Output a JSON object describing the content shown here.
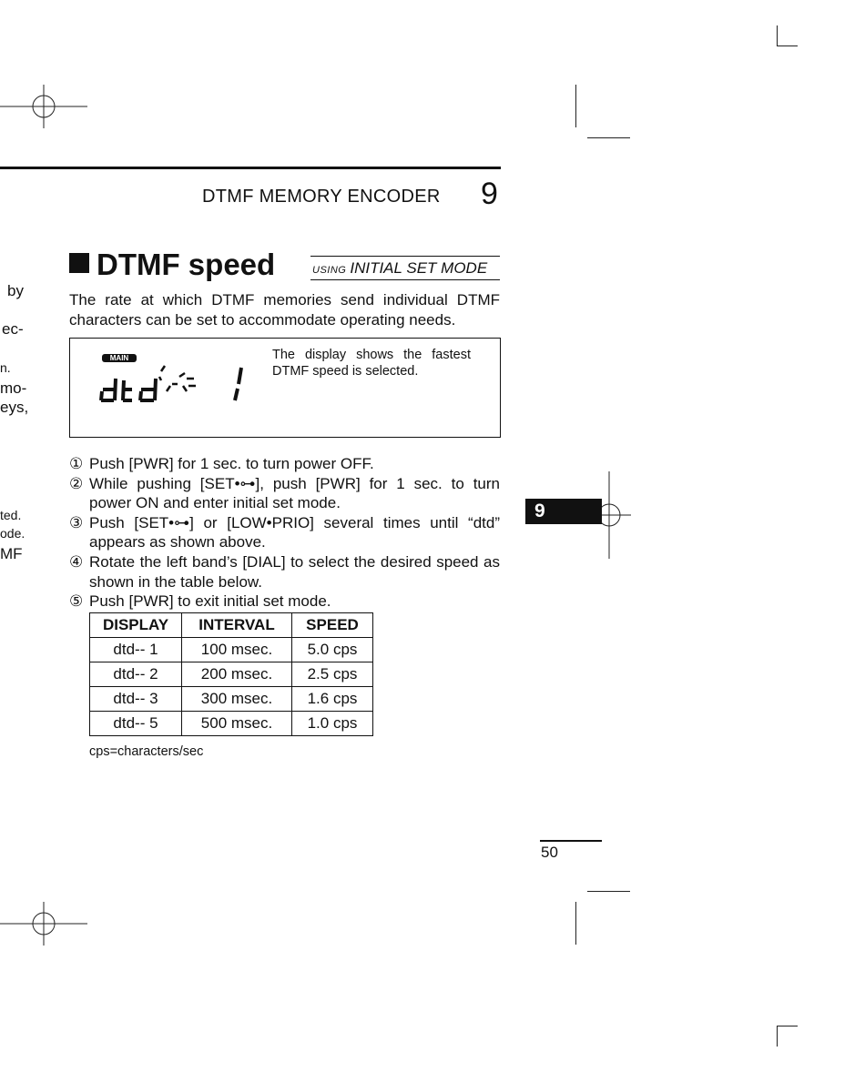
{
  "margin_fragments": [
    "by",
    "ec-",
    "n.",
    "mo-",
    "eys,",
    "ted.",
    "ode.",
    "MF"
  ],
  "header": {
    "chapter_title": "DTMF MEMORY ENCODER",
    "chapter_number": "9"
  },
  "section": {
    "title": "DTMF speed",
    "using_prefix": "USING",
    "using_mode": "INITIAL SET MODE",
    "intro": "The rate at which DTMF memories send individual DTMF characters can be set to accommodate operating needs."
  },
  "display_example": {
    "badge": "MAIN",
    "lcd_text": "dtd-- 1",
    "caption": "The display shows the fastest DTMF speed is selected."
  },
  "steps": [
    {
      "num": "①",
      "text": "Push [PWR] for 1 sec. to turn power OFF."
    },
    {
      "num": "②",
      "text": "While pushing [SET•⊶], push [PWR] for 1 sec. to turn power ON and enter initial set mode."
    },
    {
      "num": "③",
      "text": "Push [SET•⊶] or [LOW•PRIO] several times until “dtd” appears as shown above."
    },
    {
      "num": "④",
      "text": "Rotate the left band’s [DIAL] to select the desired speed as shown in the table below."
    },
    {
      "num": "⑤",
      "text": "Push [PWR] to exit initial set mode."
    }
  ],
  "table": {
    "headers": [
      "DISPLAY",
      "INTERVAL",
      "SPEED"
    ],
    "rows": [
      [
        "dtd-- 1",
        "100 msec.",
        "5.0 cps"
      ],
      [
        "dtd-- 2",
        "200 msec.",
        "2.5 cps"
      ],
      [
        "dtd-- 3",
        "300 msec.",
        "1.6 cps"
      ],
      [
        "dtd-- 5",
        "500 msec.",
        "1.0 cps"
      ]
    ],
    "footnote": "cps=characters/sec"
  },
  "side_tab": "9",
  "page_number": "50"
}
